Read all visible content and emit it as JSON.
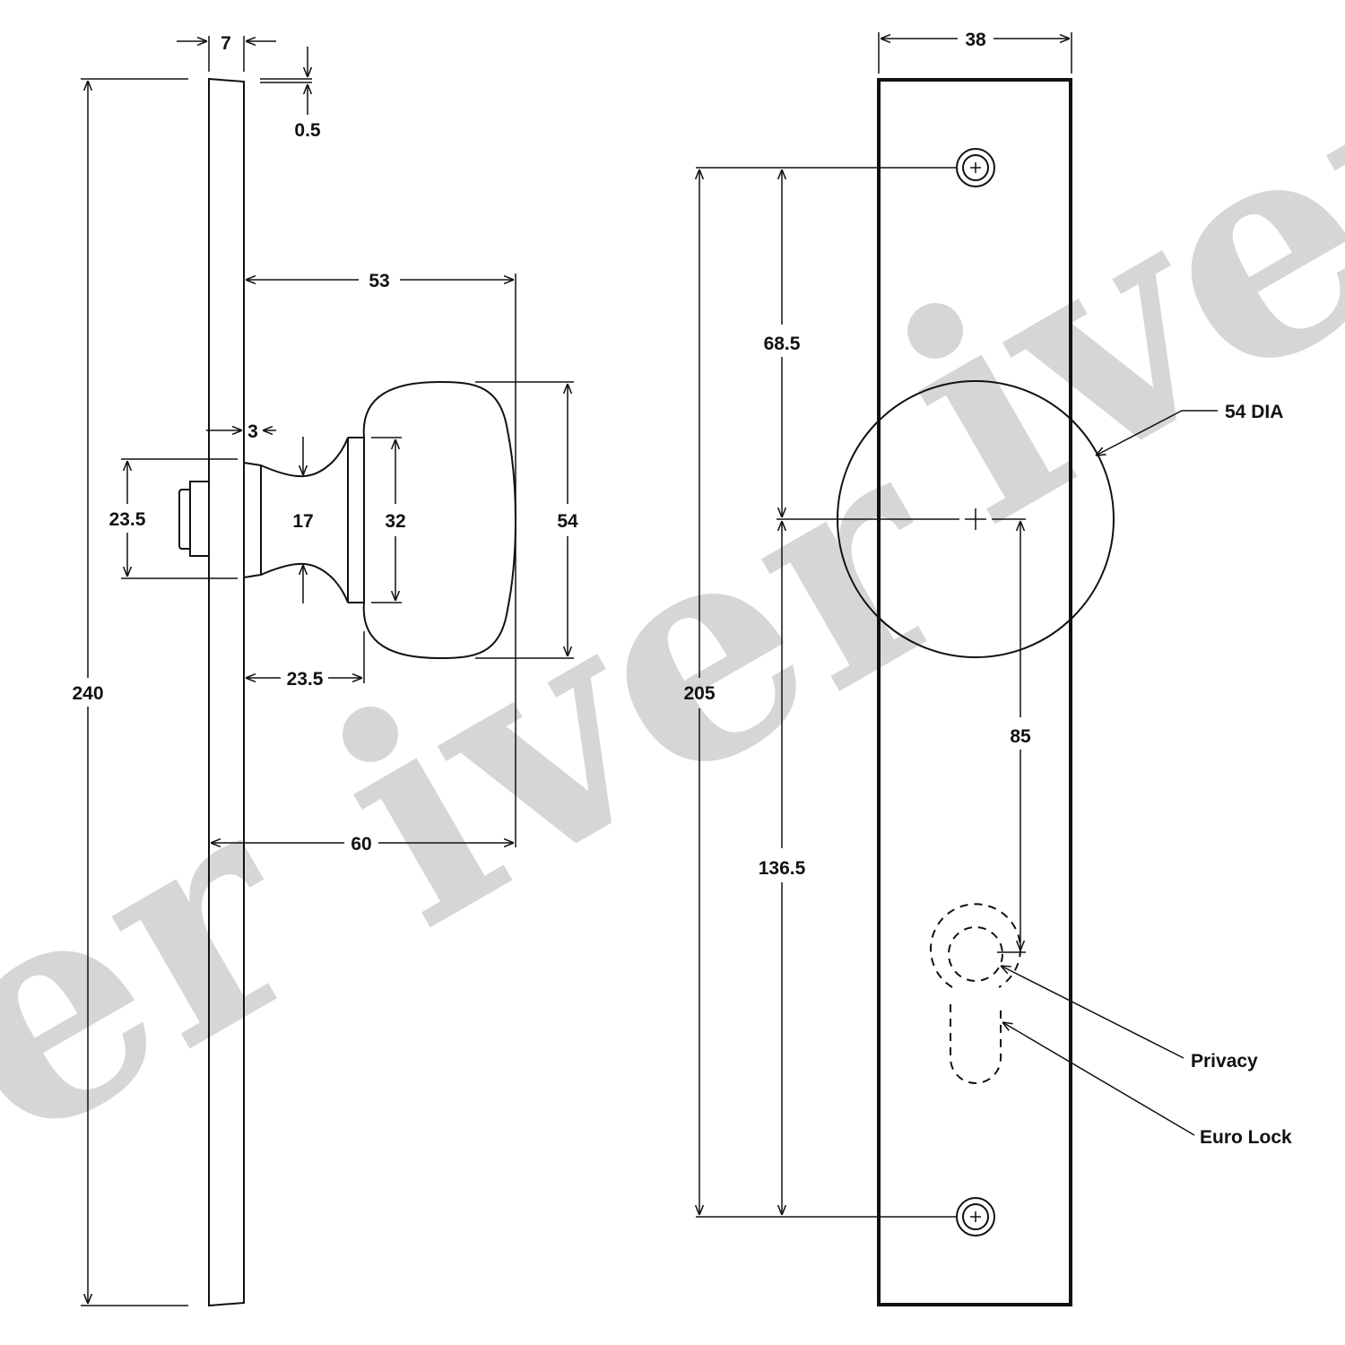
{
  "watermark": {
    "text": "iver",
    "partial": "er",
    "color": "#d6d6d6"
  },
  "side_view": {
    "plate_thickness": "7",
    "plate_taper": "0.5",
    "overall_height": "240",
    "knob_projection": "53",
    "rose_step": "3",
    "spindle_height": "23.5",
    "neck_diameter": "17",
    "collar_diameter": "32",
    "knob_diameter": "54",
    "collar_offset": "23.5",
    "total_projection": "60"
  },
  "front_view": {
    "plate_width": "38",
    "top_to_knob": "68.5",
    "screw_centres": "205",
    "knob_to_bottom_screw": "136.5",
    "knob_to_lock": "85",
    "rose_label": "54 DIA",
    "privacy_label": "Privacy",
    "euro_lock_label": "Euro Lock"
  }
}
